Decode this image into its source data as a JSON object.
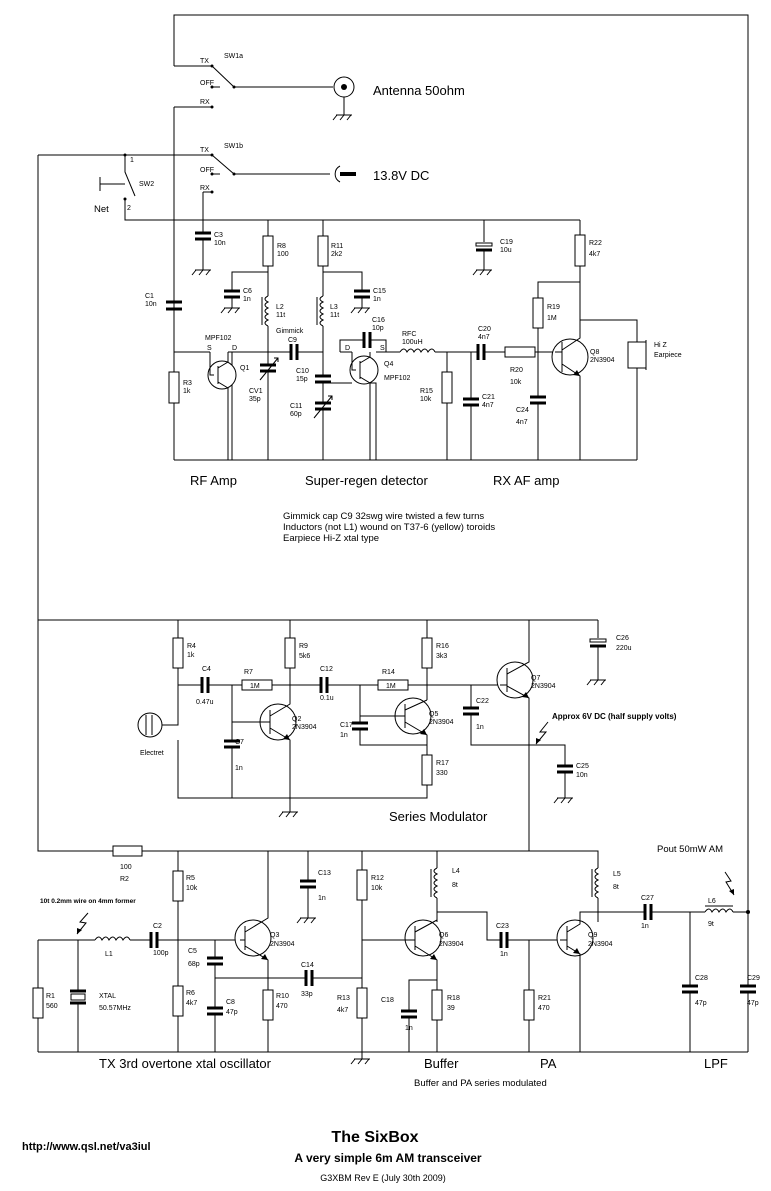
{
  "switches": {
    "sw1a": {
      "name": "SW1a",
      "tx": "TX",
      "off": "OFF",
      "rx": "RX"
    },
    "sw1b": {
      "name": "SW1b",
      "tx": "TX",
      "off": "OFF",
      "rx": "RX"
    },
    "sw2": {
      "name": "SW2",
      "net": "Net",
      "pin1": "1",
      "pin2": "2"
    }
  },
  "connectors": {
    "antenna": "Antenna 50ohm",
    "dc": "13.8V DC"
  },
  "receiver": {
    "c1": {
      "ref": "C1",
      "val": "10n"
    },
    "c3": {
      "ref": "C3",
      "val": "10n"
    },
    "r8": {
      "ref": "R8",
      "val": "100"
    },
    "c6": {
      "ref": "C6",
      "val": "1n"
    },
    "l2": {
      "ref": "L2",
      "val": "11t"
    },
    "gimmick": "Gimmick",
    "q1": {
      "ref": "Q1",
      "part": "MPF102",
      "s": "S",
      "d": "D"
    },
    "r3": {
      "ref": "R3",
      "val": "1k"
    },
    "cv1": {
      "ref": "CV1",
      "val": "35p"
    },
    "c9": "C9",
    "c10": {
      "ref": "C10",
      "val": "15p"
    },
    "c11": {
      "ref": "C11",
      "val": "60p"
    },
    "r11": {
      "ref": "R11",
      "val": "2k2"
    },
    "c15": {
      "ref": "C15",
      "val": "1n"
    },
    "l3": {
      "ref": "L3",
      "val": "11t"
    },
    "c16": {
      "ref": "C16",
      "val": "10p"
    },
    "q4": {
      "ref": "Q4",
      "part": "MPF102",
      "d": "D",
      "s": "S"
    },
    "rfc": {
      "ref": "RFC",
      "val": "100uH"
    },
    "r15": {
      "ref": "R15",
      "val": "10k"
    },
    "c19": {
      "ref": "C19",
      "val": "10u"
    },
    "c20": {
      "ref": "C20",
      "val": "4n7"
    },
    "c21": {
      "ref": "C21",
      "val": "4n7"
    },
    "r20": {
      "ref": "R20",
      "val": "10k"
    },
    "r22": {
      "ref": "R22",
      "val": "4k7"
    },
    "r19": {
      "ref": "R19",
      "val": "1M"
    },
    "c24": {
      "ref": "C24",
      "val": "4n7"
    },
    "q8": {
      "ref": "Q8",
      "part": "2N3904"
    },
    "earpiece": {
      "l1": "Hi Z",
      "l2": "Earpiece"
    }
  },
  "sections": {
    "rf_amp": "RF Amp",
    "detector": "Super-regen detector",
    "rx_af": "RX AF amp",
    "modulator": "Series Modulator",
    "tx_osc": "TX 3rd overtone xtal oscillator",
    "buffer": "Buffer",
    "pa": "PA",
    "lpf": "LPF"
  },
  "notes": [
    "Gimmick cap C9 32swg wire twisted a few turns",
    "Inductors (not L1) wound on T37-6 (yellow) toroids",
    "Earpiece Hi-Z xtal type"
  ],
  "modulator": {
    "r4": {
      "ref": "R4",
      "val": "1k"
    },
    "c4": {
      "ref": "C4",
      "val": "0.47u"
    },
    "r7": {
      "ref": "R7",
      "val": "1M"
    },
    "r9": {
      "ref": "R9",
      "val": "5k6"
    },
    "c12": {
      "ref": "C12",
      "val": "0.1u"
    },
    "r14": {
      "ref": "R14",
      "val": "1M"
    },
    "r16": {
      "ref": "R16",
      "val": "3k3"
    },
    "q7": {
      "ref": "Q7",
      "part": "2N3904"
    },
    "c26": {
      "ref": "C26",
      "val": "220u"
    },
    "q2": {
      "ref": "Q2",
      "part": "2N3904"
    },
    "c7": {
      "ref": "C7",
      "val": "1n"
    },
    "electret": "Electret",
    "q5": {
      "ref": "Q5",
      "part": "2N3904"
    },
    "c17": {
      "ref": "C17",
      "val": "1n"
    },
    "c22": {
      "ref": "C22",
      "val": "1n"
    },
    "r17": {
      "ref": "R17",
      "val": "330"
    },
    "c25": {
      "ref": "C25",
      "val": "10n"
    },
    "supply_note": "Approx 6V DC (half supply volts)"
  },
  "transmitter": {
    "r2": {
      "ref": "R2",
      "val": "100"
    },
    "pout": "Pout 50mW AM",
    "l1_note": "10t 0.2mm wire on 4mm former",
    "l1": "L1",
    "c2": {
      "ref": "C2",
      "val": "100p"
    },
    "r1": {
      "ref": "R1",
      "val": "560"
    },
    "xtal": {
      "ref": "XTAL",
      "val": "50.57MHz"
    },
    "r5": {
      "ref": "R5",
      "val": "10k"
    },
    "c5": {
      "ref": "C5",
      "val": "68p"
    },
    "r6": {
      "ref": "R6",
      "val": "4k7"
    },
    "c8": {
      "ref": "C8",
      "val": "47p"
    },
    "q3": {
      "ref": "Q3",
      "part": "2N3904"
    },
    "r10": {
      "ref": "R10",
      "val": "470"
    },
    "c14": {
      "ref": "C14",
      "val": "33p"
    },
    "c13": {
      "ref": "C13",
      "val": "1n"
    },
    "r12": {
      "ref": "R12",
      "val": "10k"
    },
    "r13": {
      "ref": "R13",
      "val": "4k7"
    },
    "l4": {
      "ref": "L4",
      "val": "8t"
    },
    "q6": {
      "ref": "Q6",
      "part": "2N3904"
    },
    "c18": {
      "ref": "C18",
      "val": "1n"
    },
    "r18": {
      "ref": "R18",
      "val": "39"
    },
    "c23": {
      "ref": "C23",
      "val": "1n"
    },
    "l5": {
      "ref": "L5",
      "val": "8t"
    },
    "q9": {
      "ref": "Q9",
      "part": "2N3904"
    },
    "r21": {
      "ref": "R21",
      "val": "470"
    },
    "c27": {
      "ref": "C27",
      "val": "1n"
    },
    "l6": {
      "ref": "L6",
      "val": "9t"
    },
    "c28": {
      "ref": "C28",
      "val": "47p"
    },
    "c29": {
      "ref": "C29",
      "val": "47p"
    },
    "series_note": "Buffer and PA series modulated"
  },
  "footer": {
    "url": "http://www.qsl.net/va3iul",
    "title": "The SixBox",
    "subtitle": "A very simple 6m AM transceiver",
    "revision": "G3XBM Rev E (July 30th 2009)"
  }
}
